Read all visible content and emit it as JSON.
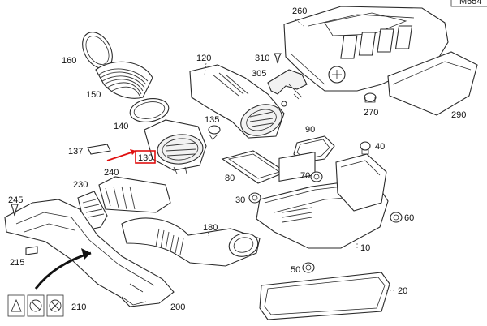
{
  "header": {
    "ref_code": "M654"
  },
  "highlight": {
    "color": "#e01010"
  },
  "parts": {
    "p10": "10",
    "p20": "20",
    "p30": "30",
    "p40": "40",
    "p50": "50",
    "p60": "60",
    "p70": "70",
    "p80": "80",
    "p90": "90",
    "p120": "120",
    "p130": "130",
    "p135": "135",
    "p137": "137",
    "p140": "140",
    "p150": "150",
    "p160": "160",
    "p180": "180",
    "p200": "200",
    "p210": "210",
    "p215": "215",
    "p230": "230",
    "p240": "240",
    "p245": "245",
    "p260": "260",
    "p270": "270",
    "p290": "290",
    "p305": "305",
    "p310": "310"
  }
}
